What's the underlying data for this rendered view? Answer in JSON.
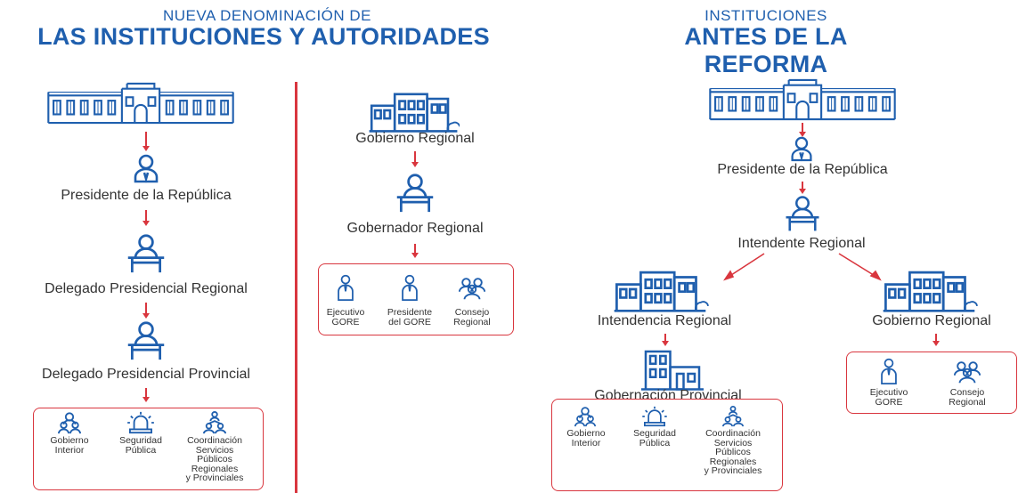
{
  "left_header": {
    "small": "NUEVA DENOMINACIÓN DE",
    "big": "LAS INSTITUCIONES Y AUTORIDADES"
  },
  "right_header": {
    "small": "INSTITUCIONES",
    "big": "ANTES DE LA REFORMA"
  },
  "colors": {
    "blue": "#1f5fae",
    "red": "#d9363e",
    "text": "#333333"
  },
  "new": {
    "col1": {
      "presidente": "Presidente de la República",
      "delegado_regional": "Delegado Presidencial Regional",
      "delegado_provincial": "Delegado Presidencial Provincial",
      "box": {
        "item1": [
          "Gobierno",
          "Interior"
        ],
        "item2": [
          "Seguridad",
          "Pública"
        ],
        "item3": [
          "Coordinación",
          "Servicios",
          "Públicos",
          "Regionales",
          "y Provinciales"
        ]
      }
    },
    "col2": {
      "gobierno_regional": "Gobierno Regional",
      "gobernador_regional": "Gobernador Regional",
      "box": {
        "item1": [
          "Ejecutivo",
          "GORE"
        ],
        "item2": [
          "Presidente",
          "del GORE"
        ],
        "item3": [
          "Consejo",
          "Regional"
        ]
      }
    }
  },
  "old": {
    "presidente": "Presidente de la República",
    "intendente": "Intendente Regional",
    "intendencia": "Intendencia Regional",
    "gobierno_regional": "Gobierno Regional",
    "gobernacion": "Gobernación Provincial",
    "box_prov": {
      "item1": [
        "Gobierno",
        "Interior"
      ],
      "item2": [
        "Seguridad",
        "Pública"
      ],
      "item3": [
        "Coordinación",
        "Servicios",
        "Públicos",
        "Regionales",
        "y Provinciales"
      ]
    },
    "box_gore": {
      "item1": [
        "Ejecutivo",
        "GORE"
      ],
      "item2": [
        "Consejo",
        "Regional"
      ]
    }
  }
}
